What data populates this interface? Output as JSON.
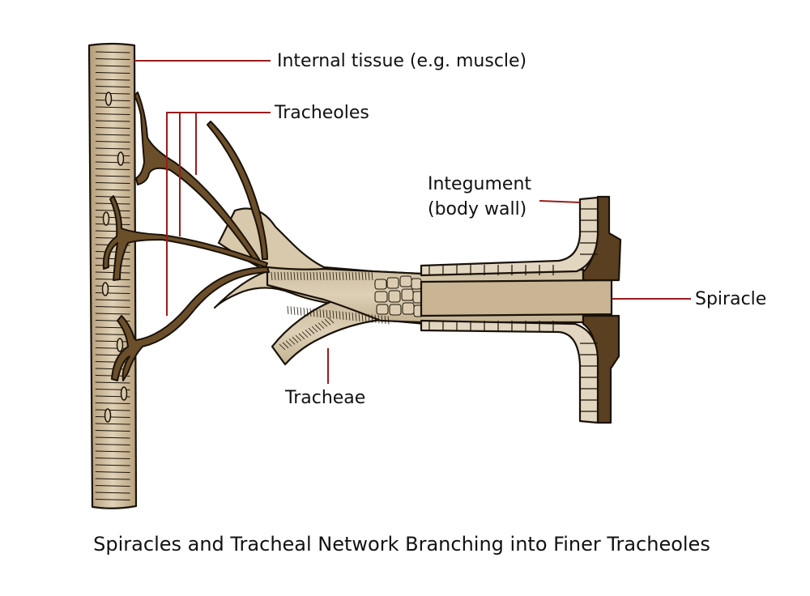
{
  "title": "Spiracles and Tracheal Network Branching into Finer Tracheoles",
  "labels": {
    "internal_tissue": "Internal tissue (e.g. muscle)",
    "tracheoles": "Tracheoles",
    "integument_line1": "Integument",
    "integument_line2": "(body wall)",
    "spiracle": "Spiracle",
    "tracheae": "Tracheae"
  },
  "colors": {
    "tissue_fill": "#c8b393",
    "tracheole_fill": "#6b4f2a",
    "trachea_fill": "#d2c3a6",
    "body_wall_dark": "#5a4020",
    "cell_fill": "#e2d6c0",
    "leader_line": "#9b1b1b",
    "text": "#111111"
  }
}
